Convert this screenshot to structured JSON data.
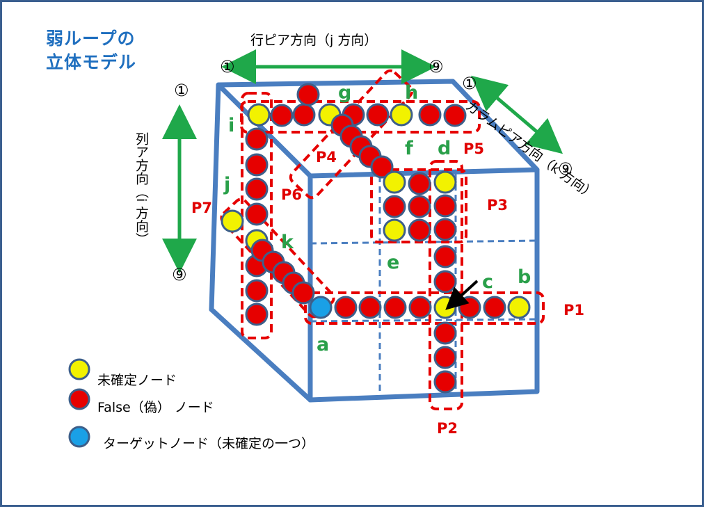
{
  "title": {
    "line1": "弱ループの",
    "line2": "立体モデル"
  },
  "axes": {
    "j": {
      "label": "行ピア方向（j 方向）",
      "start": "①",
      "end": "⑨"
    },
    "k": {
      "label": "カラムピア方向（k 方向）",
      "start": "①",
      "end": "⑨"
    },
    "i": {
      "label": "列ア方向（i 方向）",
      "start": "①",
      "end": "⑨"
    }
  },
  "node_labels": [
    "a",
    "b",
    "c",
    "d",
    "e",
    "f",
    "g",
    "h",
    "i",
    "j",
    "k"
  ],
  "path_labels": [
    "P1",
    "P2",
    "P3",
    "P4",
    "P5",
    "P6",
    "P7"
  ],
  "legend": {
    "undetermined": "未確定ノード",
    "false": "False（偽） ノード",
    "target": "ターゲットノード（未確定の一つ）"
  },
  "colors": {
    "frame": "#3b5f8f",
    "cube": "#4a7ec0",
    "yellow": "#f2f200",
    "red": "#e60000",
    "blue": "#1aa0e6",
    "green": "#1fa84a",
    "dash": "#e60000"
  }
}
